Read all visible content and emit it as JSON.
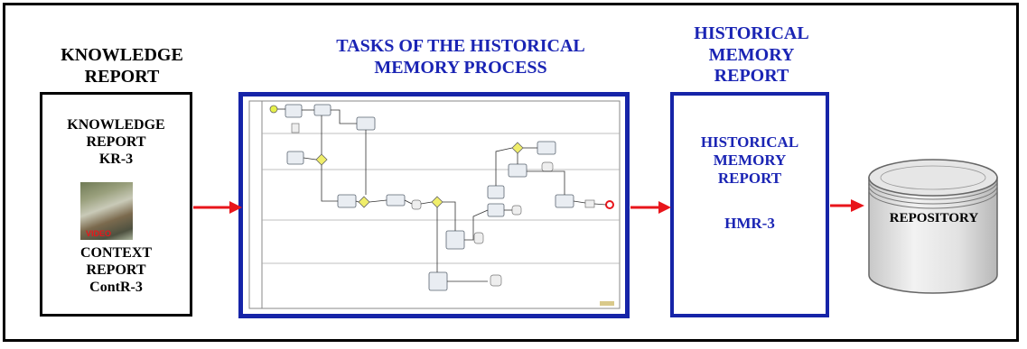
{
  "knowledge": {
    "heading": "KNOWLEDGE\nREPORT",
    "inner_top": "KNOWLEDGE\nREPORT\nKR-3",
    "video_label": "VIDEO",
    "inner_bottom": "CONTEXT\nREPORT\nContR-3"
  },
  "tasks": {
    "heading": "TASKS OF THE HISTORICAL\nMEMORY PROCESS"
  },
  "hmr": {
    "heading": "HISTORICAL\nMEMORY\nREPORT",
    "inner": "HISTORICAL\nMEMORY\nREPORT",
    "code": "HMR-3"
  },
  "repository": {
    "label": "REPOSITORY"
  },
  "colors": {
    "arrow": "#e8151b",
    "blue_text": "#1a24b4",
    "blue_border": "#1624a8"
  }
}
